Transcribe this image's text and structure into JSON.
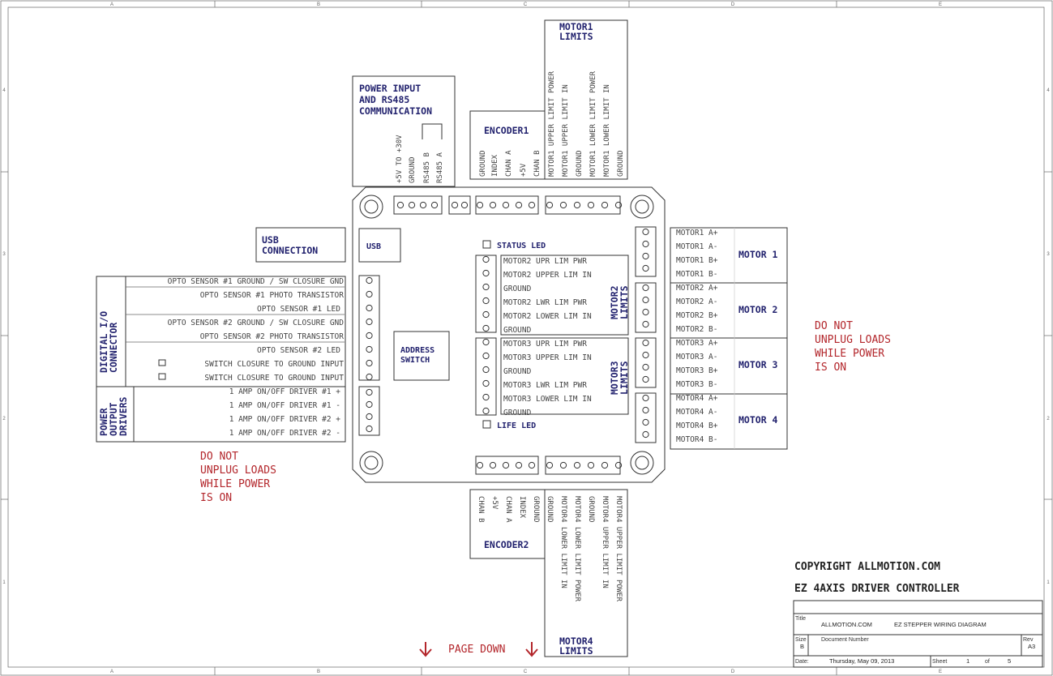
{
  "grid": {
    "cols": [
      "A",
      "B",
      "C",
      "D",
      "E"
    ],
    "rows": [
      "4",
      "3",
      "2",
      "1"
    ]
  },
  "power_input": {
    "title": [
      "POWER INPUT",
      "AND RS485",
      "COMMUNICATION"
    ],
    "pins": [
      "+5V TO +30V",
      "GROUND",
      "RS485 B",
      "RS485 A"
    ]
  },
  "encoder1": {
    "title": "ENCODER1",
    "pins": [
      "GROUND",
      "INDEX",
      "CHAN A",
      "+5V",
      "CHAN B"
    ]
  },
  "motor1_limits": {
    "title": [
      "MOTOR1",
      "LIMITS"
    ],
    "pins": [
      "MOTOR1 UPPER LIMIT POWER",
      "MOTOR1 UPPER LIMIT IN",
      "GROUND",
      "MOTOR1 LOWER LIMIT POWER",
      "MOTOR1 LOWER LIMIT IN",
      "GROUND"
    ]
  },
  "usb": {
    "title": [
      "USB",
      "CONNECTION"
    ],
    "port": "USB"
  },
  "status_led": "STATUS LED",
  "life_led": "LIFE LED",
  "address_switch": [
    "ADDRESS",
    "SWITCH"
  ],
  "digital_io": {
    "title": [
      "DIGITAL I/O",
      "CONNECTOR"
    ],
    "rows": [
      "OPTO SENSOR #1 GROUND / SW CLOSURE GND",
      "OPTO SENSOR #1 PHOTO TRANSISTOR",
      "OPTO SENSOR #1  LED",
      "OPTO SENSOR #2 GROUND / SW CLOSURE GND",
      "OPTO SENSOR #2 PHOTO TRANSISTOR",
      "OPTO SENSOR #2  LED",
      "SWITCH CLOSURE TO GROUND INPUT",
      "SWITCH CLOSURE TO GROUND INPUT"
    ]
  },
  "power_output": {
    "title": [
      "POWER",
      "OUTPUT",
      "DRIVERS"
    ],
    "rows": [
      "1 AMP ON/OFF DRIVER #1 +",
      "1 AMP ON/OFF DRIVER #1 -",
      "1 AMP ON/OFF DRIVER #2 +",
      "1 AMP ON/OFF DRIVER #2 -"
    ]
  },
  "motor2_limits": {
    "title": [
      "MOTOR2",
      "LIMITS"
    ],
    "rows": [
      "MOTOR2 UPR LIM PWR",
      "MOTOR2 UPPER LIM IN",
      "GROUND",
      "MOTOR2 LWR LIM PWR",
      "MOTOR2 LOWER LIM IN",
      "GROUND"
    ]
  },
  "motor3_limits": {
    "title": [
      "MOTOR3",
      "LIMITS"
    ],
    "rows": [
      "MOTOR3 UPR LIM PWR",
      "MOTOR3 UPPER LIM IN",
      "GROUND",
      "MOTOR3 LWR LIM PWR",
      "MOTOR3 LOWER LIM IN",
      "GROUND"
    ]
  },
  "motors": [
    {
      "title": "MOTOR 1",
      "pins": [
        "MOTOR1  A+",
        "MOTOR1  A-",
        "MOTOR1  B+",
        "MOTOR1  B-"
      ]
    },
    {
      "title": "MOTOR 2",
      "pins": [
        "MOTOR2  A+",
        "MOTOR2  A-",
        "MOTOR2  B+",
        "MOTOR2  B-"
      ]
    },
    {
      "title": "MOTOR 3",
      "pins": [
        "MOTOR3  A+",
        "MOTOR3  A-",
        "MOTOR3  B+",
        "MOTOR3  B-"
      ]
    },
    {
      "title": "MOTOR 4",
      "pins": [
        "MOTOR4  A+",
        "MOTOR4  A-",
        "MOTOR4  B+",
        "MOTOR4  B-"
      ]
    }
  ],
  "warning": [
    "DO NOT",
    "UNPLUG LOADS",
    "WHILE POWER",
    "IS ON"
  ],
  "encoder2": {
    "title": "ENCODER2",
    "pins": [
      "CHAN B",
      "+5V",
      "CHAN A",
      "INDEX",
      "GROUND"
    ]
  },
  "motor4_limits": {
    "title": [
      "MOTOR4",
      "LIMITS"
    ],
    "pins": [
      "GROUND",
      "MOTOR4 LOWER LIMIT IN",
      "MOTOR4 LOWER LIMIT POWER",
      "GROUND",
      "MOTOR4 UPPER LIMIT IN",
      "MOTOR4 UPPER LIMIT POWER"
    ]
  },
  "page_down": "PAGE DOWN",
  "copyright": "COPYRIGHT ALLMOTION.COM",
  "drawing_title": "EZ 4AXIS DRIVER CONTROLLER",
  "title_block": {
    "title_label": "Title",
    "title_company": "ALLMOTION.COM",
    "title_value": "EZ STEPPER WIRING DIAGRAM",
    "size_label": "Size",
    "size_value": "B",
    "docnum_label": "Document Number",
    "rev_label": "Rev",
    "rev_value": "A3",
    "date_label": "Date:",
    "date_value": "Thursday, May 09, 2013",
    "sheet_label": "Sheet",
    "sheet_value": "1",
    "of_label": "of",
    "of_value": "5"
  }
}
